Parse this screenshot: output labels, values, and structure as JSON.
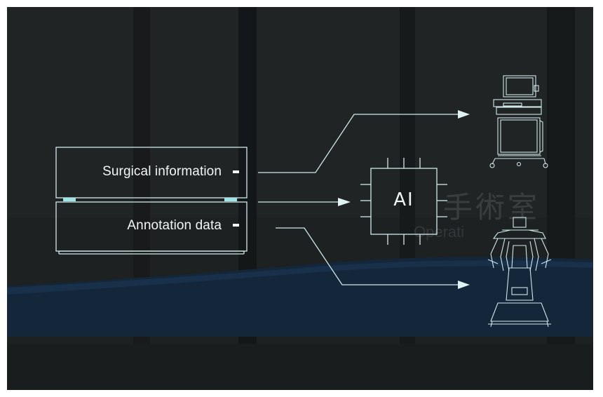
{
  "diagram": {
    "boxes": [
      {
        "label": "Surgical information"
      },
      {
        "label": "Annotation data"
      }
    ],
    "processor": {
      "label": "AI"
    },
    "outputs": [
      "ultrasound-cart-icon",
      "surgical-robot-icon"
    ]
  },
  "background": {
    "sign_text": "手術室",
    "sign_subtext": "Operati"
  },
  "colors": {
    "line": "#cfe9ea",
    "accent": "#9fe4e6",
    "background": "#1d2021",
    "floor_stripe": "#122334"
  }
}
